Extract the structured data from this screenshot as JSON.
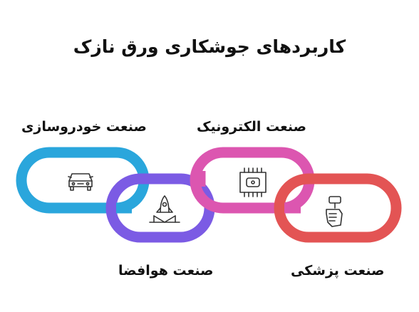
{
  "title": "کاربردهای جوشکاری ورق نازک",
  "links": [
    {
      "label": "صنعت خودروسازی",
      "color": "#2aa6dc",
      "icon": "car-icon"
    },
    {
      "label": "صنعت هوافضا",
      "color": "#7b5be4",
      "icon": "rocket-icon"
    },
    {
      "label": "صنعت الکترونیک",
      "color": "#dc56b0",
      "icon": "chip-icon"
    },
    {
      "label": "صنعت پزشکی",
      "color": "#e35454",
      "icon": "medical-tool-icon"
    }
  ]
}
